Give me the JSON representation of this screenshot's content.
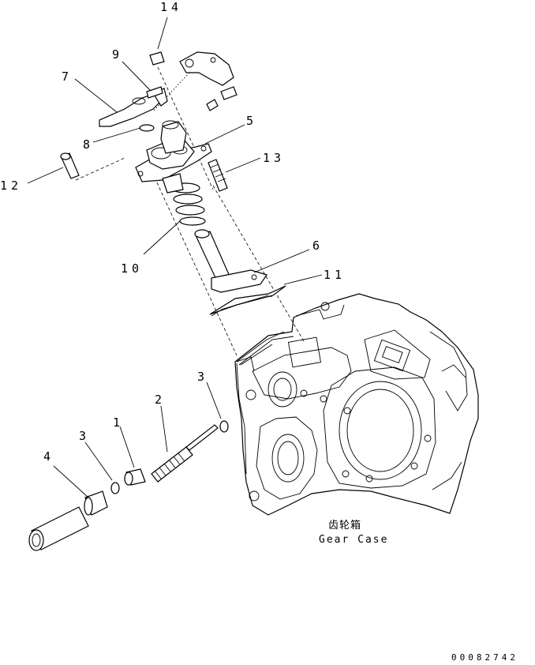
{
  "callouts": [
    {
      "id": "p1",
      "text": "1"
    },
    {
      "id": "p2",
      "text": "2"
    },
    {
      "id": "p3a",
      "text": "3"
    },
    {
      "id": "p3b",
      "text": "3"
    },
    {
      "id": "p4",
      "text": "4"
    },
    {
      "id": "p5",
      "text": "5"
    },
    {
      "id": "p6",
      "text": "6"
    },
    {
      "id": "p7",
      "text": "7"
    },
    {
      "id": "p8",
      "text": "8"
    },
    {
      "id": "p9",
      "text": "9"
    },
    {
      "id": "p10",
      "text": "10"
    },
    {
      "id": "p11",
      "text": "11"
    },
    {
      "id": "p12",
      "text": "12"
    },
    {
      "id": "p13",
      "text": "13"
    },
    {
      "id": "p14",
      "text": "14"
    }
  ],
  "gear_case": {
    "label_cn": "齿轮箱",
    "label_en": "Gear Case"
  },
  "drawing_code": "00082742"
}
